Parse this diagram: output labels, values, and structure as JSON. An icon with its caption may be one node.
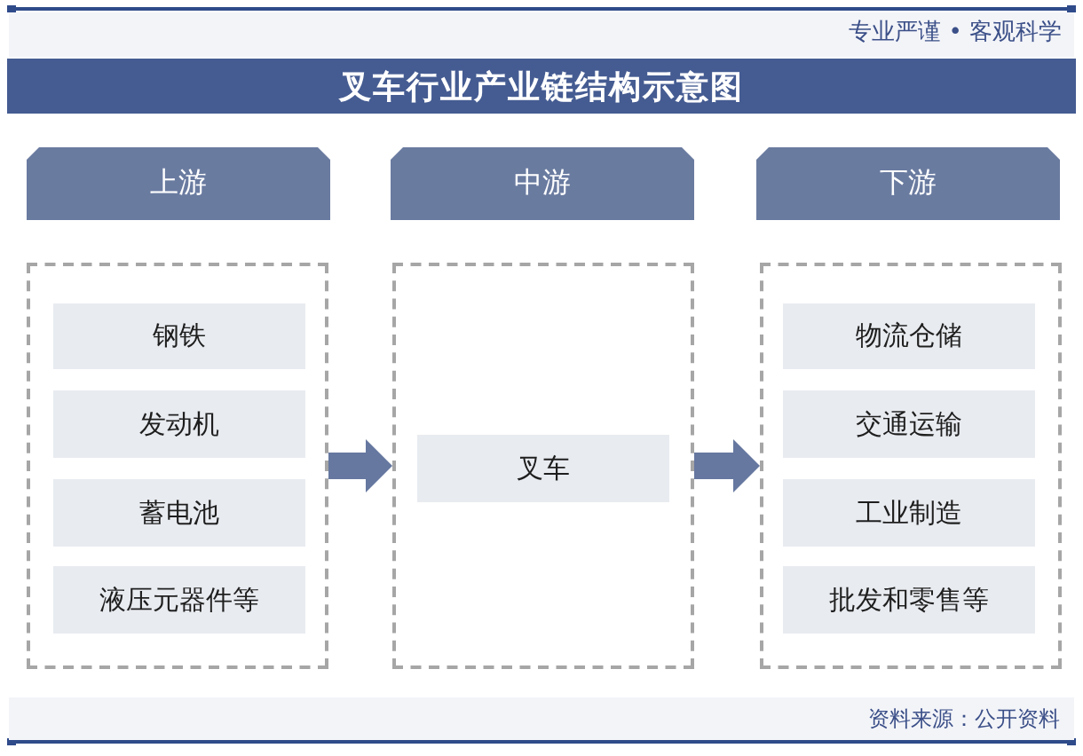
{
  "diagram": {
    "title": "叉车行业产业链结构示意图",
    "nodes": [
      {
        "text": [
          "上游"
        ]
      },
      {
        "text": [
          "中游"
        ]
      },
      {
        "text": [
          "下游"
        ]
      },
      {
        "text": [],
        "shape": "box"
      },
      {
        "text": [
          "钢铁"
        ],
        "in": 3
      },
      {
        "text": [
          "发动机"
        ],
        "in": 3
      },
      {
        "text": [
          "蓄电池"
        ],
        "in": 3
      },
      {
        "text": [
          "液压元器件等"
        ],
        "in": 3
      },
      {
        "text": [],
        "shape": "box"
      },
      {
        "text": [
          "叉车"
        ],
        "in": 8
      },
      {
        "text": [],
        "shape": "box"
      },
      {
        "text": [
          "物流仓储"
        ],
        "in": 10
      },
      {
        "text": [
          "交通运输"
        ],
        "in": 10
      },
      {
        "text": [
          "工业制造"
        ],
        "in": 10
      },
      {
        "text": [
          "批发和零售等"
        ],
        "in": 10
      }
    ],
    "edges": [
      {
        "from": 3,
        "to": 8,
        "arrow": "to",
        "style": "thick"
      },
      {
        "from": 8,
        "to": 10,
        "arrow": "to",
        "style": "thick"
      }
    ],
    "labels": [
      "专业严谨 • 客观科学",
      "资料来源：公开资料"
    ]
  }
}
